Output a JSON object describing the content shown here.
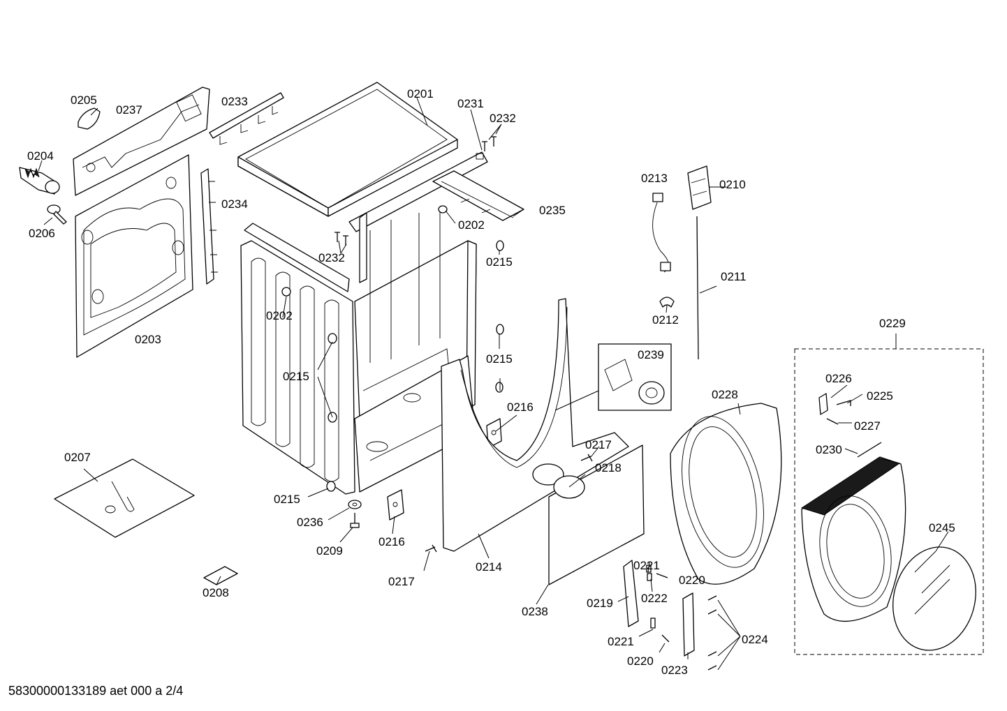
{
  "footer": {
    "document_code": "58300000133189 aet 000 a 2/4"
  },
  "callouts": {
    "c0201": "0201",
    "c0202a": "0202",
    "c0202b": "0202",
    "c0203": "0203",
    "c0204": "0204",
    "c0205": "0205",
    "c0206": "0206",
    "c0207": "0207",
    "c0208": "0208",
    "c0209": "0209",
    "c0210": "0210",
    "c0211": "0211",
    "c0212": "0212",
    "c0213": "0213",
    "c0214": "0214",
    "c0215a": "0215",
    "c0215b": "0215",
    "c0215c": "0215",
    "c0215d": "0215",
    "c0216a": "0216",
    "c0216b": "0216",
    "c0217a": "0217",
    "c0217b": "0217",
    "c0218": "0218",
    "c0219": "0219",
    "c0220a": "0220",
    "c0220b": "0220",
    "c0221a": "0221",
    "c0221b": "0221",
    "c0222": "0222",
    "c0223": "0223",
    "c0224": "0224",
    "c0225": "0225",
    "c0226": "0226",
    "c0227": "0227",
    "c0228": "0228",
    "c0229": "0229",
    "c0230": "0230",
    "c0231": "0231",
    "c0232a": "0232",
    "c0232b": "0232",
    "c0233": "0233",
    "c0234": "0234",
    "c0235": "0235",
    "c0236": "0236",
    "c0237": "0237",
    "c0238": "0238",
    "c0239": "0239",
    "c0245": "0245"
  }
}
